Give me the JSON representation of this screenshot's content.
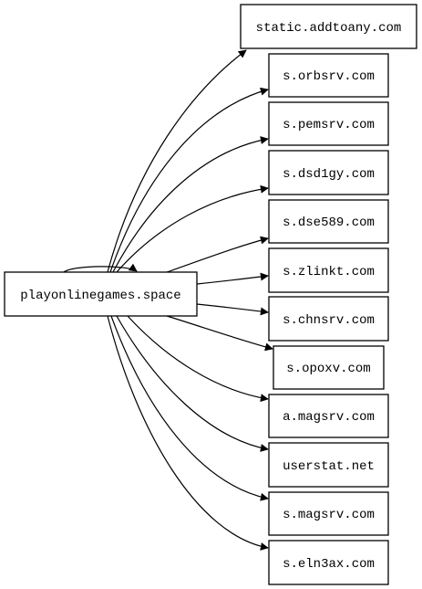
{
  "graph": {
    "source": {
      "id": "src",
      "label": "playonlinegames.space"
    },
    "targets": [
      {
        "id": "t0",
        "label": "static.addtoany.com"
      },
      {
        "id": "t1",
        "label": "s.orbsrv.com"
      },
      {
        "id": "t2",
        "label": "s.pemsrv.com"
      },
      {
        "id": "t3",
        "label": "s.dsd1gy.com"
      },
      {
        "id": "t4",
        "label": "s.dse589.com"
      },
      {
        "id": "t5",
        "label": "s.zlinkt.com"
      },
      {
        "id": "t6",
        "label": "s.chnsrv.com"
      },
      {
        "id": "t7",
        "label": "s.opoxv.com"
      },
      {
        "id": "t8",
        "label": "a.magsrv.com"
      },
      {
        "id": "t9",
        "label": "userstat.net"
      },
      {
        "id": "t10",
        "label": "s.magsrv.com"
      },
      {
        "id": "t11",
        "label": "s.eln3ax.com"
      }
    ],
    "edges": [
      {
        "from": "src",
        "to": "src"
      },
      {
        "from": "src",
        "to": "t0"
      },
      {
        "from": "src",
        "to": "t1"
      },
      {
        "from": "src",
        "to": "t2"
      },
      {
        "from": "src",
        "to": "t3"
      },
      {
        "from": "src",
        "to": "t4"
      },
      {
        "from": "src",
        "to": "t5"
      },
      {
        "from": "src",
        "to": "t6"
      },
      {
        "from": "src",
        "to": "t7"
      },
      {
        "from": "src",
        "to": "t8"
      },
      {
        "from": "src",
        "to": "t9"
      },
      {
        "from": "src",
        "to": "t10"
      },
      {
        "from": "src",
        "to": "t11"
      }
    ]
  },
  "colors": {
    "stroke": "#000000",
    "fill": "#ffffff",
    "background": "#ffffff"
  }
}
